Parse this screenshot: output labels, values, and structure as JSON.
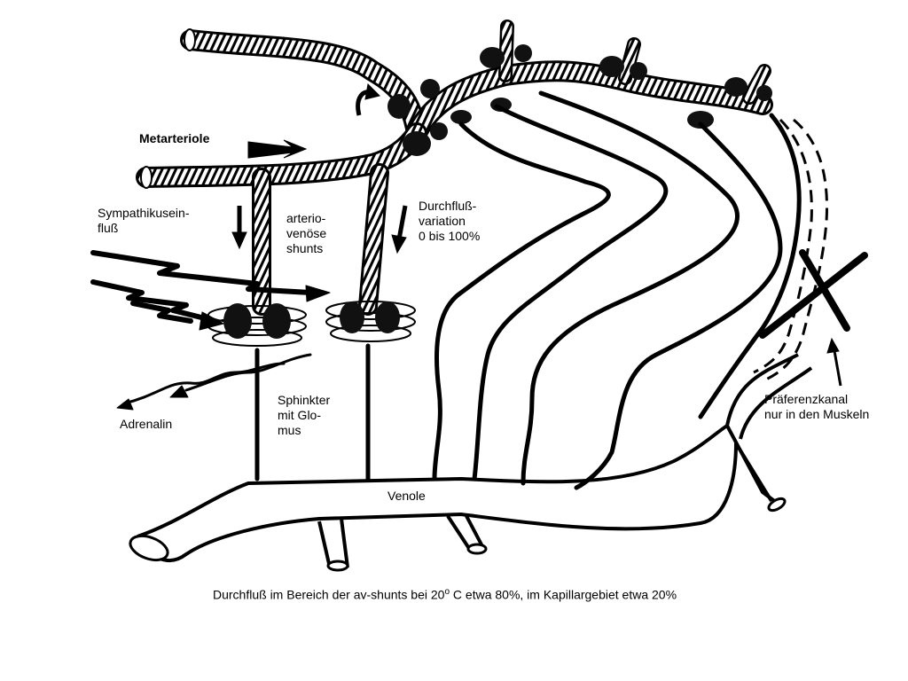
{
  "labels": {
    "metarteriole": "Metarteriole",
    "sympathikus": "Sympathikusein-\nfluß",
    "av_shunts": "arterio-\nvenöse\nshunts",
    "durchfluss_variation": "Durchfluß-\nvariation\n0 bis 100%",
    "sphinkter": "Sphinkter\nmit Glo-\nmus",
    "adrenalin": "Adrenalin",
    "venole": "Venole",
    "praeferenzkanal": "Präferenzkanal\nnur in den Muskeln"
  },
  "caption": {
    "prefix": "Durchfluß im Bereich der av-shunts bei 20",
    "degree": "o",
    "suffix": " C etwa 80%, im Kapillargebiet etwa 20%"
  }
}
